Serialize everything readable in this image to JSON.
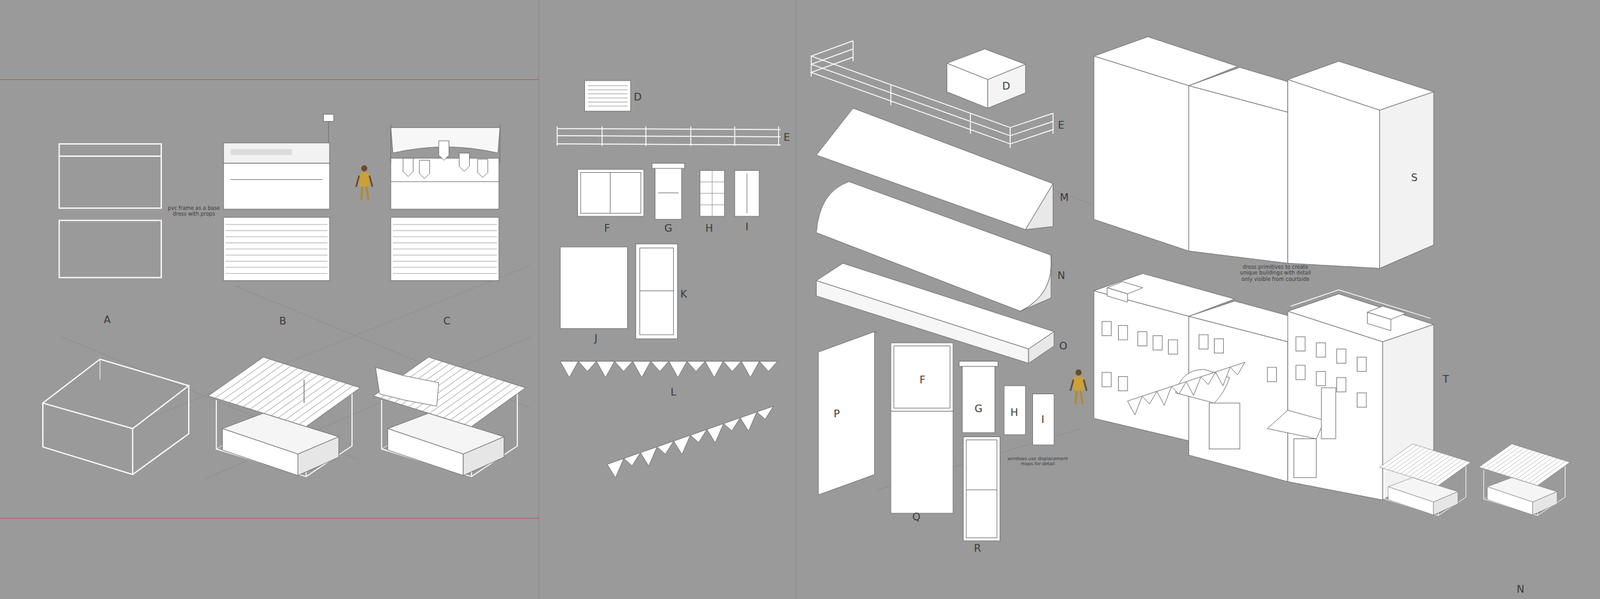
{
  "diagram": {
    "labels": [
      "A",
      "B",
      "C",
      "pvc frame as a base dress with props",
      "D",
      "E",
      "F",
      "G",
      "H",
      "I",
      "J",
      "K",
      "L",
      "D",
      "E",
      "M",
      "N",
      "O",
      "P",
      "F",
      "G",
      "H",
      "I",
      "Q",
      "R",
      "windows use displacement maps for detail",
      "S",
      "dress primitives to create unique buildings with detail only visible from courtside",
      "T",
      "N"
    ]
  }
}
